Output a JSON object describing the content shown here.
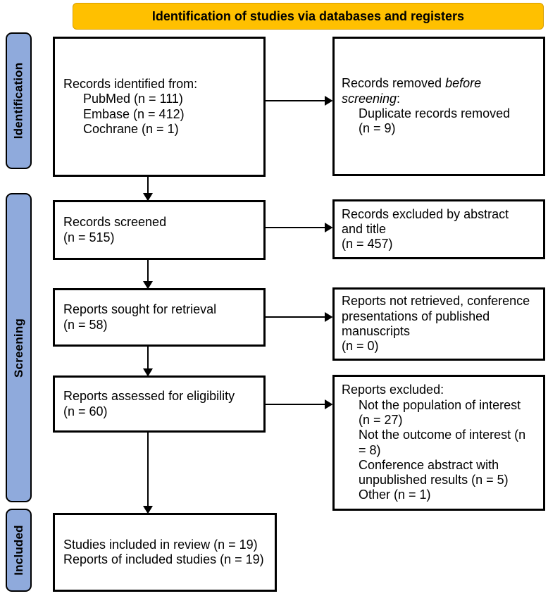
{
  "banner": {
    "title": "Identification of studies via databases and registers"
  },
  "sidebar": {
    "identification": {
      "label": "Identification"
    },
    "screening": {
      "label": "Screening"
    },
    "included": {
      "label": "Included"
    }
  },
  "boxes": {
    "records_identified": {
      "title": "Records identified from:",
      "items": [
        "PubMed (n = 111)",
        "Embase (n = 412)",
        "Cochrane (n = 1)"
      ]
    },
    "records_removed": {
      "l1_normal": "Records removed ",
      "l1_italic": "before",
      "l2_italic": "screening",
      "l2_normal": ":",
      "items": [
        "Duplicate records removed",
        "(n = 9)"
      ]
    },
    "records_screened": {
      "lines": [
        "Records screened",
        "(n = 515)"
      ]
    },
    "records_excluded": {
      "lines": [
        "Records excluded by abstract",
        "and title",
        "(n = 457)"
      ]
    },
    "reports_sought": {
      "lines": [
        "Reports sought for retrieval",
        "(n = 58)"
      ]
    },
    "reports_not_retrieved": {
      "lines": [
        "Reports not retrieved, conference",
        "presentations of published",
        "manuscripts",
        "(n = 0)"
      ]
    },
    "reports_assessed": {
      "lines": [
        "Reports assessed for eligibility",
        "(n = 60)"
      ]
    },
    "reports_excluded": {
      "title": "Reports excluded:",
      "items": [
        "Not the population of interest",
        "(n = 27)",
        "Not the outcome of interest (n",
        "= 8)",
        "Conference abstract with",
        "unpublished results (n = 5)",
        "Other (n = 1)"
      ]
    },
    "studies_included": {
      "lines": [
        "Studies included in review (n = 19)",
        "Reports of included studies (n = 19)"
      ]
    }
  },
  "colors": {
    "banner_bg": "#FFC000",
    "banner_edge": "#D89E00",
    "sidebar_bg": "#8FAADC",
    "line_color": "#000000",
    "text_color": "#000000",
    "page_bg": "#FFFFFF"
  }
}
